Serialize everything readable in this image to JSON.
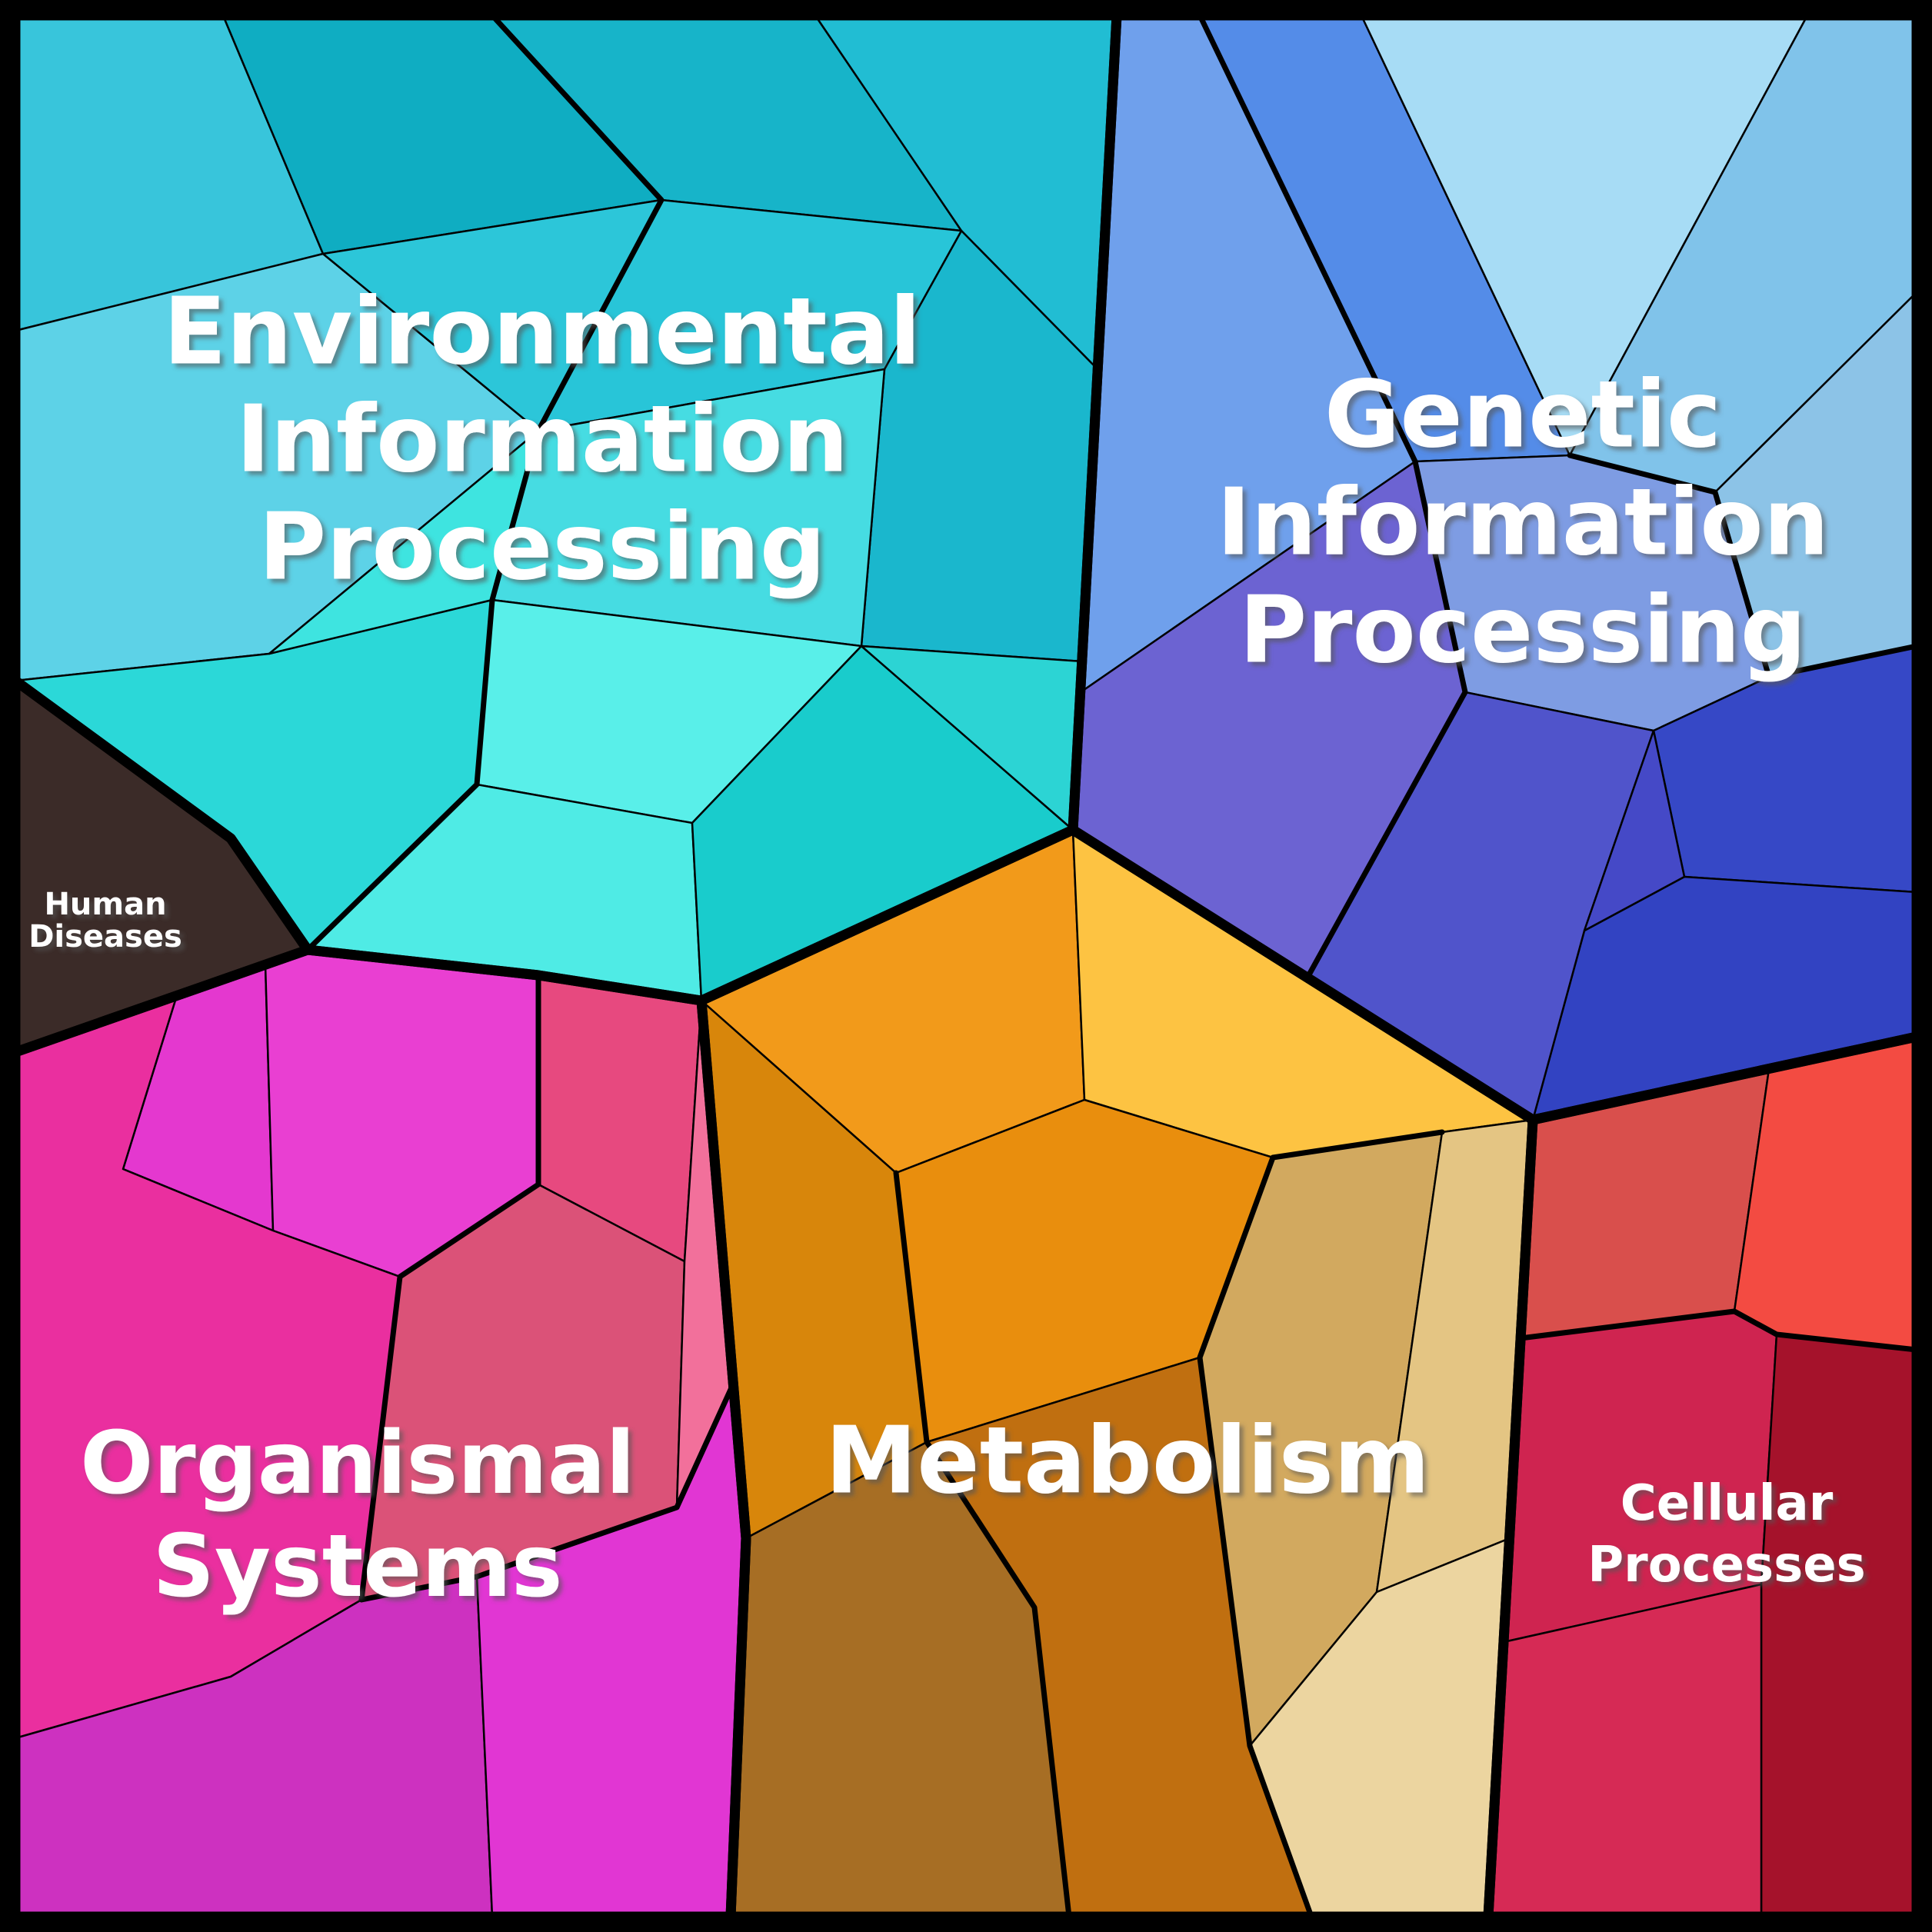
{
  "chart_data": {
    "type": "voronoi-treemap",
    "title": "",
    "description": "Voronoi treemap of KEGG-style pathway categories. Six top-level regions (thick black borders) are subdivided into shaded polygonal sub-cells (thin borders); cell area encodes relative share. No axes or legend; labels are drawn in white bold text over the regions.",
    "layout_hints": {
      "grid": false,
      "legend": false,
      "outer_frame": "thick black square border",
      "border_weights": "level1 thick, level2 medium, level3 thin"
    },
    "regions": [
      {
        "name": "Environmental Information Processing",
        "label_lines": [
          "Environmental",
          "Information",
          "Processing"
        ],
        "base_color": "#29c8d9",
        "area_pct_est": 28,
        "subcells": 15,
        "palette": [
          "#38c5db",
          "#5dd2e7",
          "#0fadc2",
          "#2cc6d9",
          "#17b4c9",
          "#21bdd3",
          "#1ab7cd",
          "#28c5d8",
          "#46dce2",
          "#59efe9",
          "#2bd8d8",
          "#3ee4e0",
          "#4febe5",
          "#19cccc",
          "#2cd4d4"
        ]
      },
      {
        "name": "Genetic Information Processing",
        "label_lines": [
          "Genetic",
          "Information",
          "Processing"
        ],
        "base_color": "#5d84e2",
        "area_pct_est": 22,
        "subcells": 11,
        "palette": [
          "#6fa0ec",
          "#548ce8",
          "#a7dcf5",
          "#80c3ea",
          "#8cc3e7",
          "#7e9ce3",
          "#3648c6",
          "#3243c2",
          "#6c63d2",
          "#5054cb",
          "#4549c7"
        ]
      },
      {
        "name": "Metabolism",
        "label_lines": [
          "Metabolism"
        ],
        "base_color": "#e99a23",
        "area_pct_est": 20,
        "subcells": 9,
        "palette": [
          "#f29a1a",
          "#fdc342",
          "#e98e0d",
          "#d8860b",
          "#a76e24",
          "#c06f10",
          "#d2a95f",
          "#e4c583",
          "#ecd5a0"
        ]
      },
      {
        "name": "Organismal Systems",
        "label_lines": [
          "Organismal",
          "Systems"
        ],
        "base_color": "#e23bc0",
        "area_pct_est": 16,
        "subcells": 8,
        "palette": [
          "#e438cf",
          "#e93fd2",
          "#ea2f9f",
          "#e7497f",
          "#db5278",
          "#f2709b",
          "#cd31c0",
          "#e136d3"
        ]
      },
      {
        "name": "Cellular Processes",
        "label_lines": [
          "Cellular",
          "Processes"
        ],
        "base_color": "#cf2b4c",
        "area_pct_est": 10,
        "subcells": 5,
        "palette": [
          "#d94f4c",
          "#f34b42",
          "#cf2450",
          "#a5122b",
          "#d62a55"
        ]
      },
      {
        "name": "Human Diseases",
        "label_lines": [
          "Human",
          "Diseases"
        ],
        "base_color": "#3b2b28",
        "area_pct_est": 2,
        "subcells": 1,
        "palette": [
          "#3b2b28"
        ]
      }
    ],
    "style": {
      "label_color": "#ffffff",
      "label_shadow_color": "#555555",
      "border_color": "#000000",
      "background": "#ffffff"
    }
  }
}
